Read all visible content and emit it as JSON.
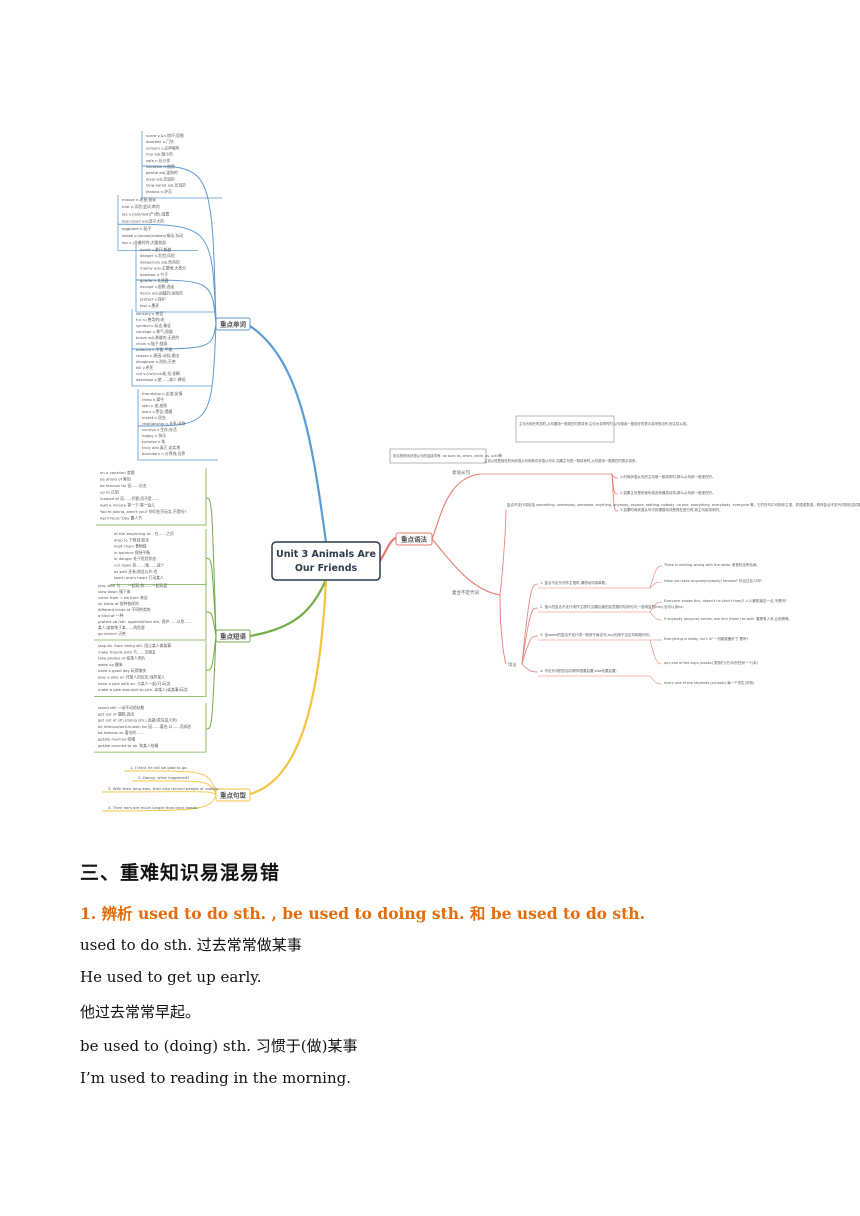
{
  "mindmap": {
    "center": {
      "line1": "Unit 3 Animals Are",
      "line2": "Our Friends"
    },
    "branches": {
      "words": {
        "label": "重点单词",
        "color": "#5b9bd5",
        "groups": [
          [
            "scare  v.&n.惊吓;恐惧",
            "doorbell  n.门铃",
            "scream  v.尖声喊叫",
            "tiny  adj.微小的",
            "sofa  n.长沙发",
            "vacation  n.假期",
            "gentle  adj.温和的",
            "loyal  adj.忠诚的",
            "long-eared  adj.长耳的",
            "jealous  n.妒忌"
          ],
          [
            "mouse  n.老鼠;鼠标",
            "trial  n.试验;尝试;审判",
            "lay  v.(laid/laid)产(卵);放置",
            "big-nosed  adj.鼻子大的",
            "eggplant  n.茄子",
            "shake  v.(shook/shaken)摇动;抖动",
            "lap  n.(坐着时的)大腿前部"
          ],
          [
            "avoid  v.避开;躲避",
            "danger  n.危险;风险",
            "dangerous  adj.危险的",
            "mainly  adv.主要地;大部分",
            "bamboo  n.竹子",
            "giraffe  n.长颈鹿",
            "escape  v.逃脱;逃走",
            "fierce  adj.凶猛的;凶残的",
            "protect  v.保护",
            "fool  v.愚弄"
          ],
          [
            "sensory  n.感官",
            "fur  n.(兽类的)毛",
            "symbol  n.标志;象征",
            "courage  n.勇气;胆量",
            "brave  adj.勇敢的;无畏的",
            "chain  n.链子;链条",
            "balance  n.平衡;平稳",
            "reason  n.原因;动机;理由",
            "disappear  v.消失;灭绝",
            "kill  v.杀死",
            "cut  v.(cut/cut)砍;切;割断",
            "decrease  v.使……减少;降低"
          ],
          [
            "friendship  n.友谊;友情",
            "rhino  n.犀牛",
            "skin  n.皮;皮肤",
            "warn  v.警告;提醒",
            "insect  n.昆虫",
            "relationship  n.关系;关联",
            "survive  v.生存;存活",
            "happy  n.快乐",
            "tortoise  n.龟",
            "truly  adv.真正;忠实地",
            "boundary  n.分界线;边界"
          ]
        ]
      },
      "phrases": {
        "label": "重点短语",
        "color": "#70ad47",
        "groups": [
          [
            "on a vacation  度假",
            "be afraid of  害怕",
            "be famous for  因……出名",
            "up to  达到",
            "instead of  而……代替;而不是……",
            "wait a minute  等一下;等一会儿",
            "You're joking, aren't you?  你们在开玩笑,不是吗?",
            "April Fools' Day  愚人节"
          ],
          [
            "at the beginning of...  在……之初",
            "drop to  下降到;跌至",
            "food chain  食物链",
            "in balance  保持平衡",
            "in danger  处于危险状态",
            "cut down  砍……;使……减少",
            "as well  还有;除此以外;也",
            "touch one's heart  打动某人"
          ],
          [
            "play with  与……一起玩;和……一起玩耍",
            "slow down  慢下来",
            "come from = be from  来自",
            "all kinds of  各种各样的",
            "different kinds of  不同种类的",
            "a kind of  一种",
            "protect sb./sth. against/from sth.  保护……以免……",
            "某人/某物免于某……的危害",
            "go extinct  灭绝"
          ],
          [
            "stop sb. from doing sth.  阻止某人做某事",
            "make friends with  与……交朋友",
            "take photos of  拍某人照片",
            "wake up  醒来",
            "have a good day  玩得愉快",
            "play a joke on  开某人的玩笑;戏弄某人",
            "have a joke with sb.  与某人一起(开)玩笑",
            "make a joke about/of sb./sth.  拿某人(或某事)玩笑"
          ],
          [
            "stand still  一动不动地站着",
            "get out of  摆脱;逃出",
            "get out of sth.(doing sth.)  逃避(责任或义务)",
            "be famous/well-known for  因……著名;以……而闻名",
            "be famous as  著名的……",
            "get/be married  结婚",
            "get/be married to sb.  和某人结婚"
          ]
        ]
      },
      "sentences": {
        "label": "重点句型",
        "color": "#f5c242",
        "items": [
          "1. I think he will be glad to go.",
          "2. Danny, what happened?",
          "3. With their long ears, they also remind people of rabbits.",
          "4. Their ears are much longer than their heads."
        ]
      },
      "grammar": {
        "label": "重点语法",
        "color": "#e87a6e",
        "clause_label": "状语从句",
        "clause_note": "常见的时间状语从句的连接词有: as soon as, when, while, as, until等",
        "top_box": "主句为现在时态时,从句要用一般现在时表将来;主句为将来时时,从句常用一般现在时表示将来的动作,即主将从现。",
        "clause_desc": "主将从现是指在时间状语从句和条件状语从句中,如果主句是一般将来时,从句常用一般现在时表示将来。",
        "rules": [
          "1.时间状语从句的主句用一般将来时,那么从句用一般现在时。",
          "2.如果主句是祈使句或含有情态动词,那么从句用一般现在时。",
          "3.如果时间状语从句中的谓语动词是现在进行时,则主句用将来时。"
        ],
        "indef_label": "复合不定代词",
        "indef_desc": "复合不定代词包括 something, somebody, someone, anything, anybody, anyone, nothing, nobody, no one, everything, everybody, everyone 等。它们在句中可用作主语、宾语或表语。修饰复合不定代词的形容词要放在其后。",
        "usage_label": "用法",
        "usage": [
          "1. 复合不定代词作主语时,谓语动词用单数。",
          "2. 指人的复合不定代词作主语时,如果后面的反意疑问句用代词,一般用复数they,也可以用he。",
          "3. 含some的复合不定代词一般用于肯定句,any的用于否定句和疑问句。",
          "4. 不定代词的形容词修饰语要后置,else也要后置。"
        ],
        "examples": [
          "There is nothing wrong with the radio. 收音机没有毛病。",
          "Have you seen anyone(anybody) famous? 你见过名人吗?",
          "Everyone knows this, doesn't he (don't they)? 人人都知道这一点,不是吗?",
          "If anybody (anyone) comes, ask him (them) to wait. 要是有人来,让他等等。",
          "Everything is ready, isn't it? 一切都准备好了,是吗?",
          "any one of the boys (books) 男孩们(书)中的任何一个(本)",
          "every one of the students (schools) 每一个学生(学校)"
        ]
      }
    }
  },
  "doc": {
    "section_title": "三、重难知识易混易错",
    "sub_title": "1. 辨析  used to do sth. , be used to doing sth.  和 be used to do sth.",
    "lines": [
      "used to do sth.    过去常常做某事",
      "He used to get up early.",
      "他过去常常早起。",
      "be used to (doing) sth.    习惯于(做)某事",
      "I’m used to reading in the morning."
    ]
  }
}
